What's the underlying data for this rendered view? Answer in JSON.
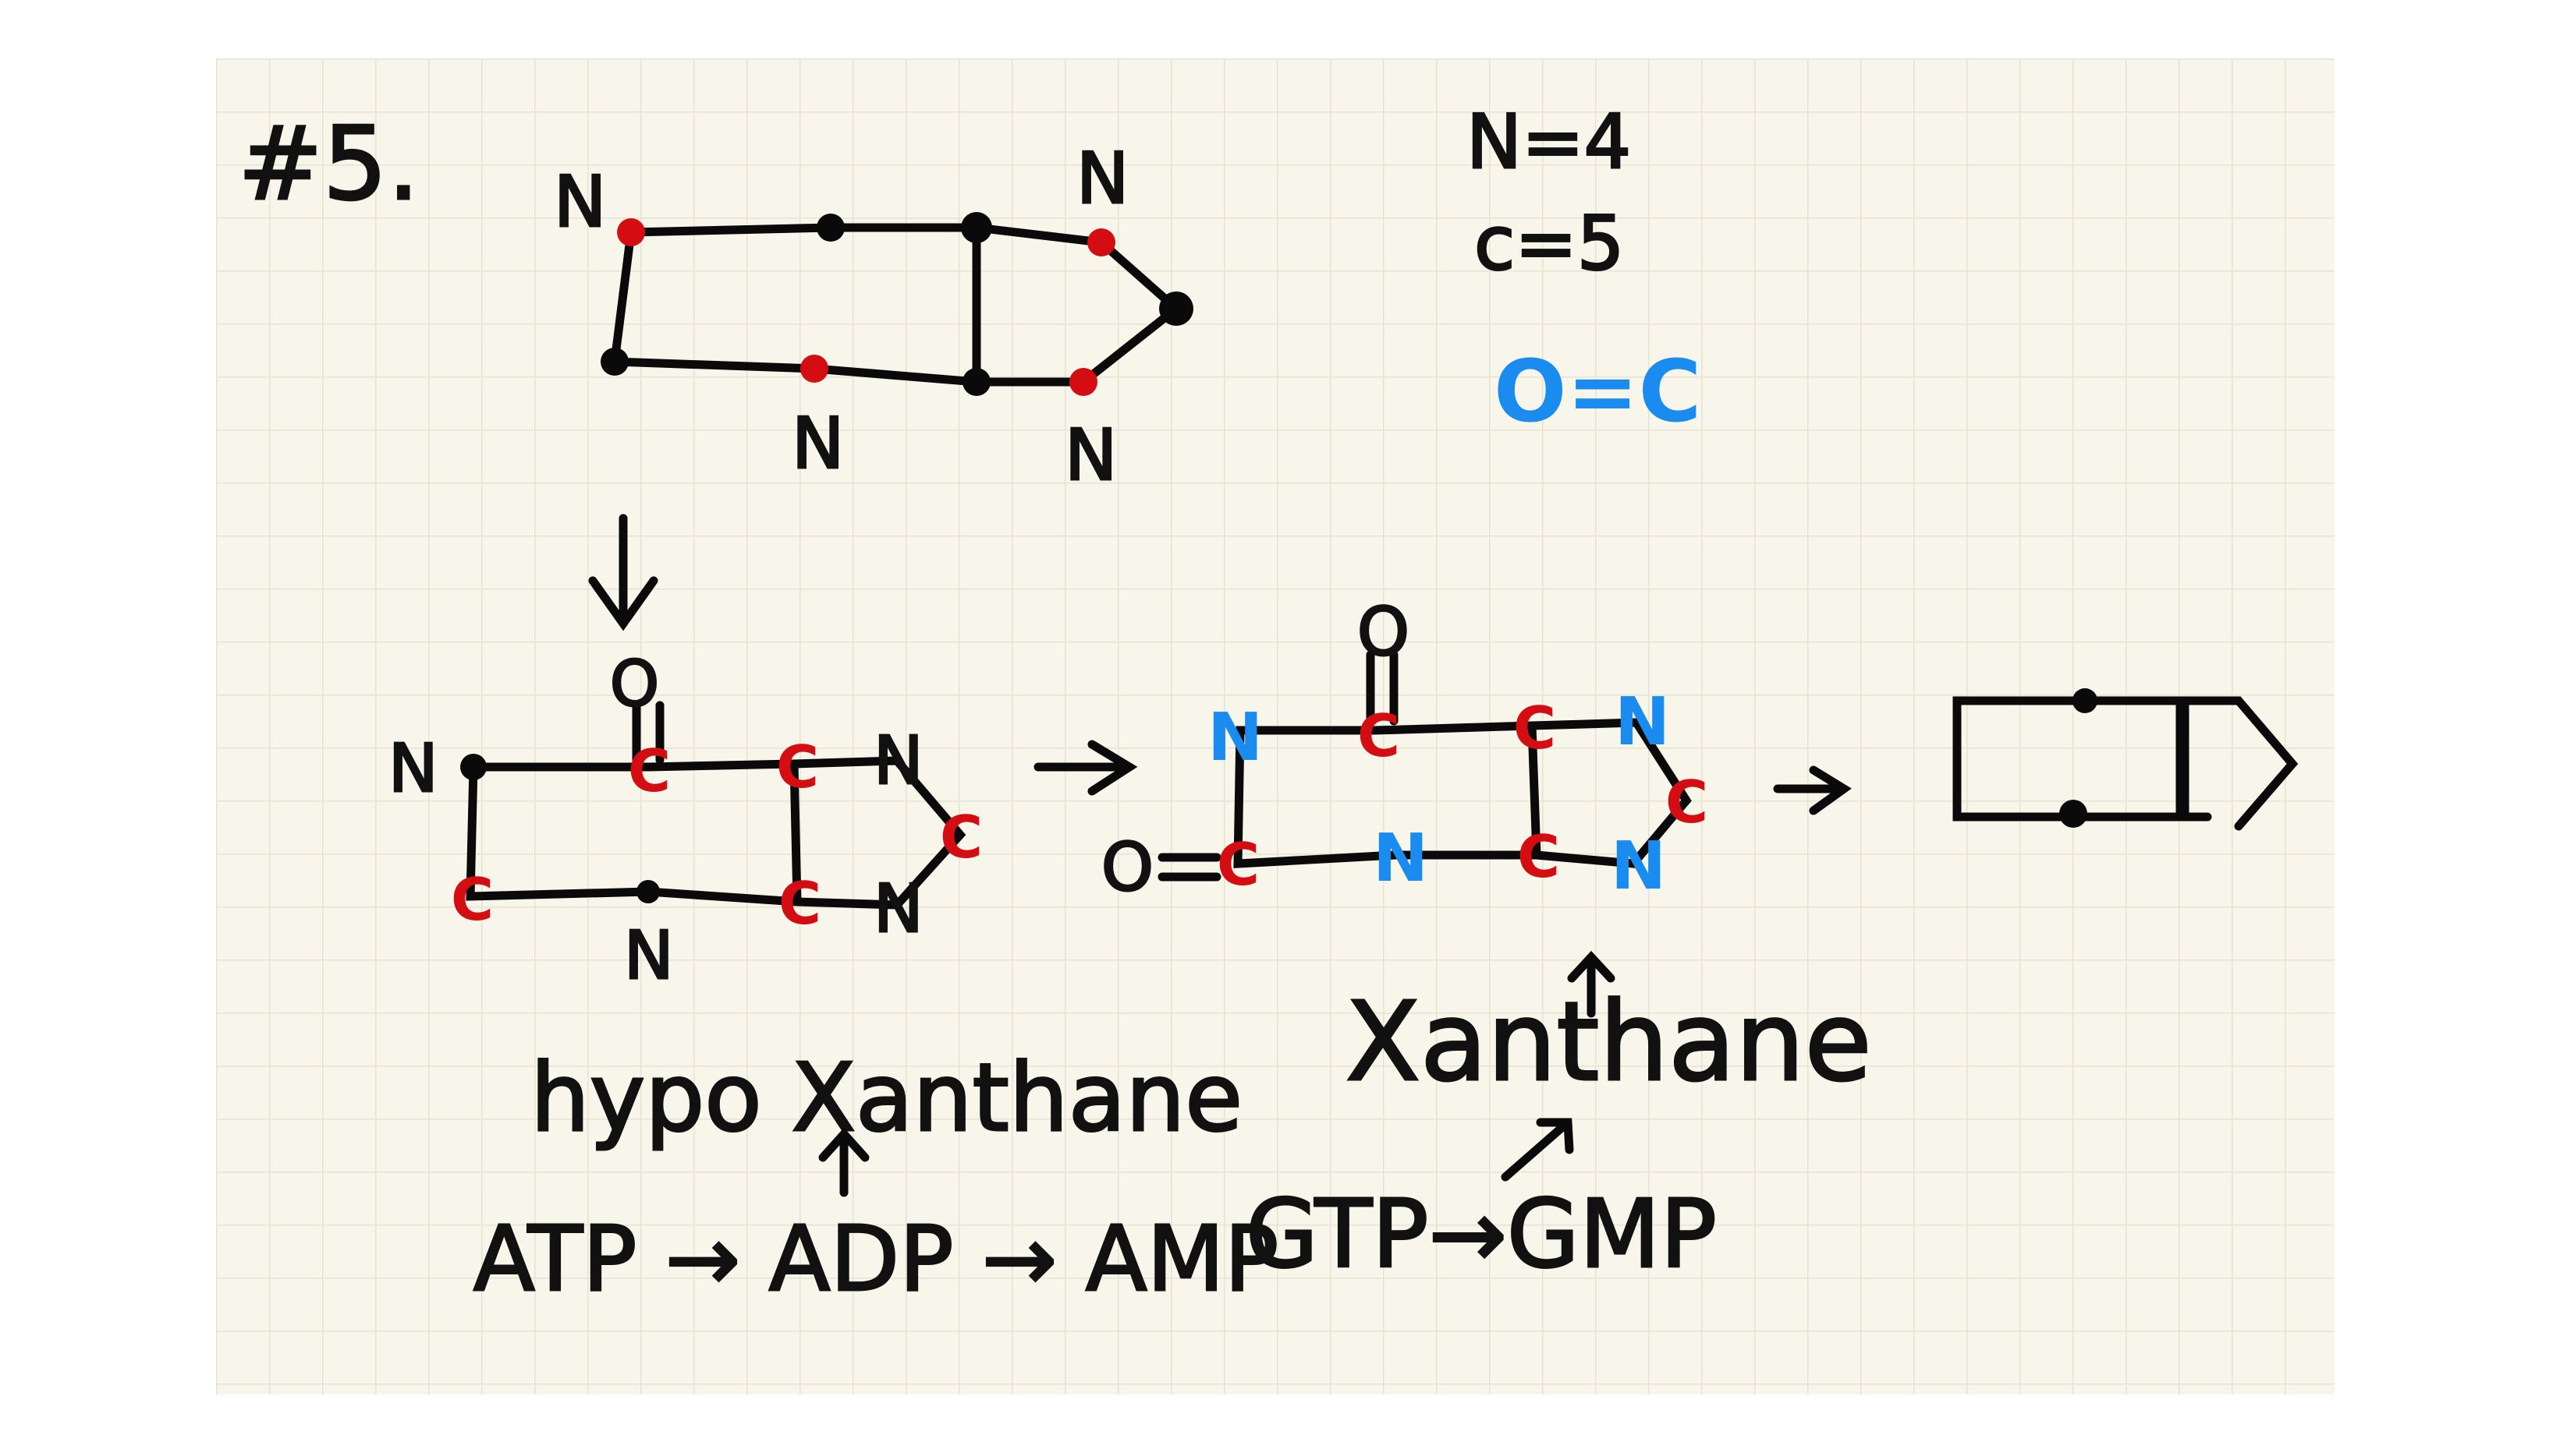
{
  "colors": {
    "paper": "#f8f6ea",
    "grid": "#e6e3d2",
    "ink": "#0a0a0a",
    "red": "#d40d12",
    "blue": "#1a8cf0"
  },
  "heading": "#5.",
  "counts": {
    "n": "N=4",
    "c": "c=5"
  },
  "legend": "O=C",
  "top_molecule": {
    "labels": [
      "N",
      "N",
      "N",
      "N"
    ]
  },
  "hypoxanthine": {
    "labels": {
      "n_left": "N",
      "o_top": "O",
      "c_top": "C",
      "c_mid": "C",
      "n_top_right": "N",
      "c_right": "C",
      "n_bottom_right": "N",
      "c_bottom_mid": "C",
      "n_bottom": "N",
      "c_bottom_left": "C"
    },
    "name": "hypo Xanthane",
    "pathway": "ATP → ADP → AMP"
  },
  "xanthine": {
    "labels": {
      "n1": "N",
      "c_top": "C",
      "o_top": "O",
      "c_mid": "C",
      "n_top_right": "N",
      "c_right": "C",
      "n_bottom_right": "N",
      "c_bottom_mid": "C",
      "n_bottom": "N",
      "c_bottom_left": "C",
      "o_left": "O",
      "eq": "="
    },
    "name": "Xanthane",
    "pathway": "GTP→GMP"
  }
}
